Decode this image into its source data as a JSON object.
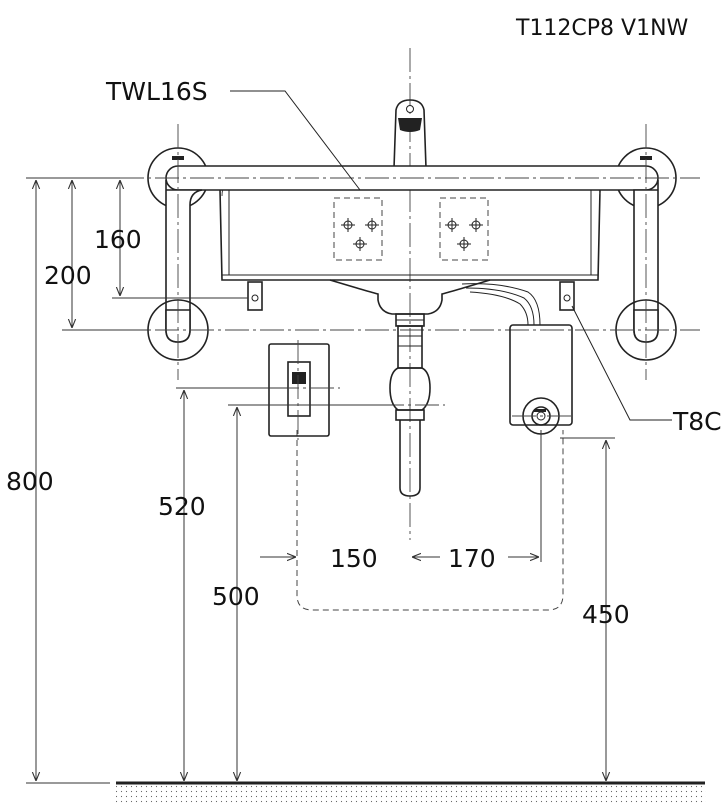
{
  "model": "T112CP8 V1NW",
  "callouts": {
    "top_left": "TWL16S",
    "right": "T8C"
  },
  "dimensions": {
    "d800": "800",
    "d200": "200",
    "d160": "160",
    "d520": "520",
    "d500": "500",
    "d450": "450",
    "d150": "150",
    "d170": "170"
  }
}
